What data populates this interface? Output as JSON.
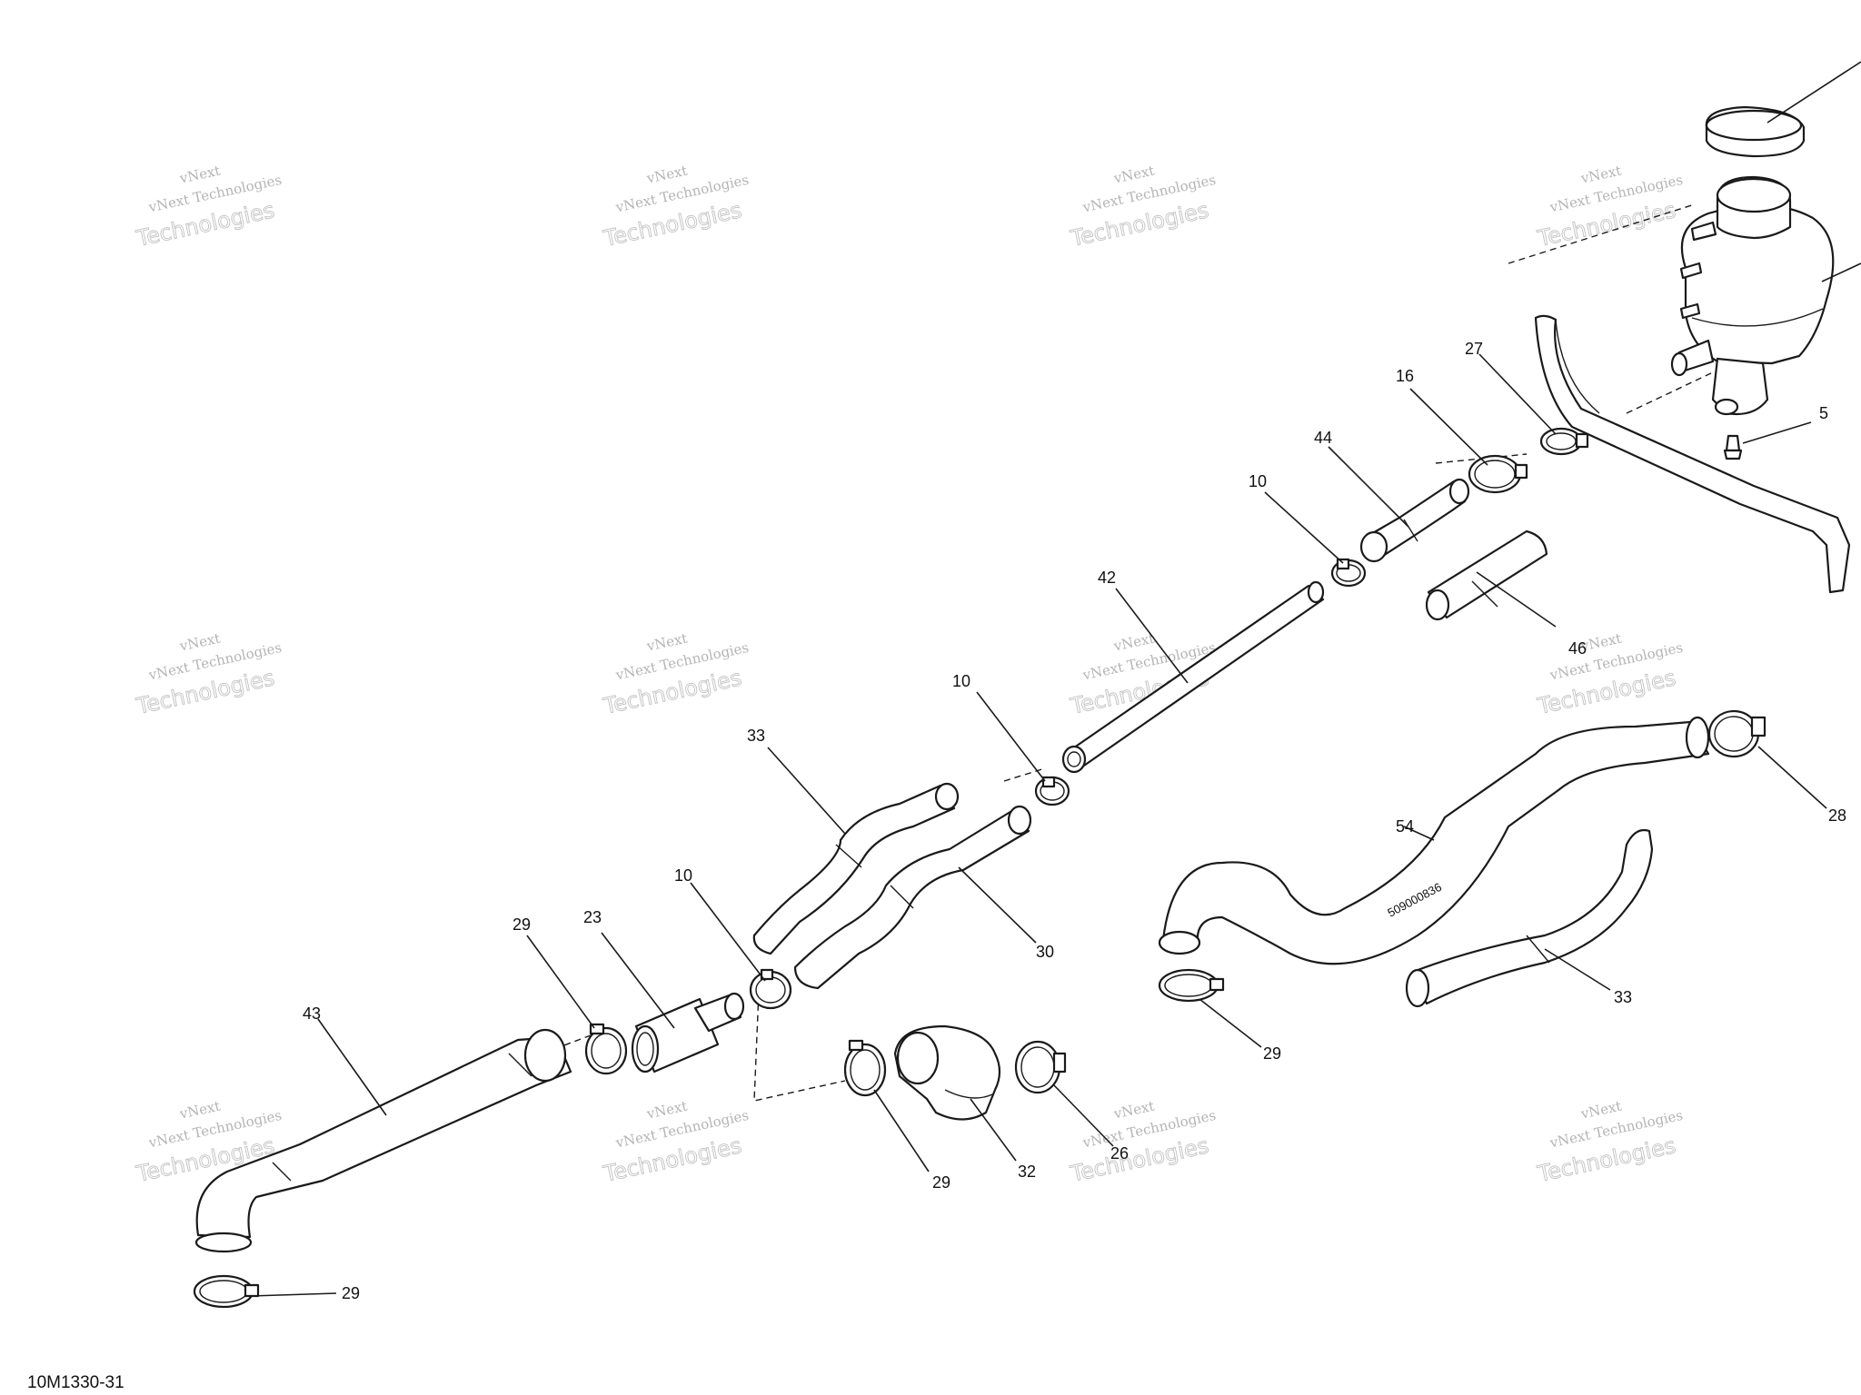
{
  "drawing_number": "10M1330-31",
  "watermark": {
    "line1": "vNext",
    "line2": "vNext Technologies",
    "line3": "Technologies"
  },
  "hose_marking": "509000836",
  "callouts": {
    "c5": "5",
    "c10a": "10",
    "c10b": "10",
    "c10c": "10",
    "c16": "16",
    "c23": "23",
    "c26": "26",
    "c27": "27",
    "c28": "28",
    "c29a": "29",
    "c29b": "29",
    "c29c": "29",
    "c29d": "29",
    "c30": "30",
    "c32": "32",
    "c33a": "33",
    "c33b": "33",
    "c42": "42",
    "c43": "43",
    "c44": "44",
    "c46": "46",
    "c54": "54"
  }
}
